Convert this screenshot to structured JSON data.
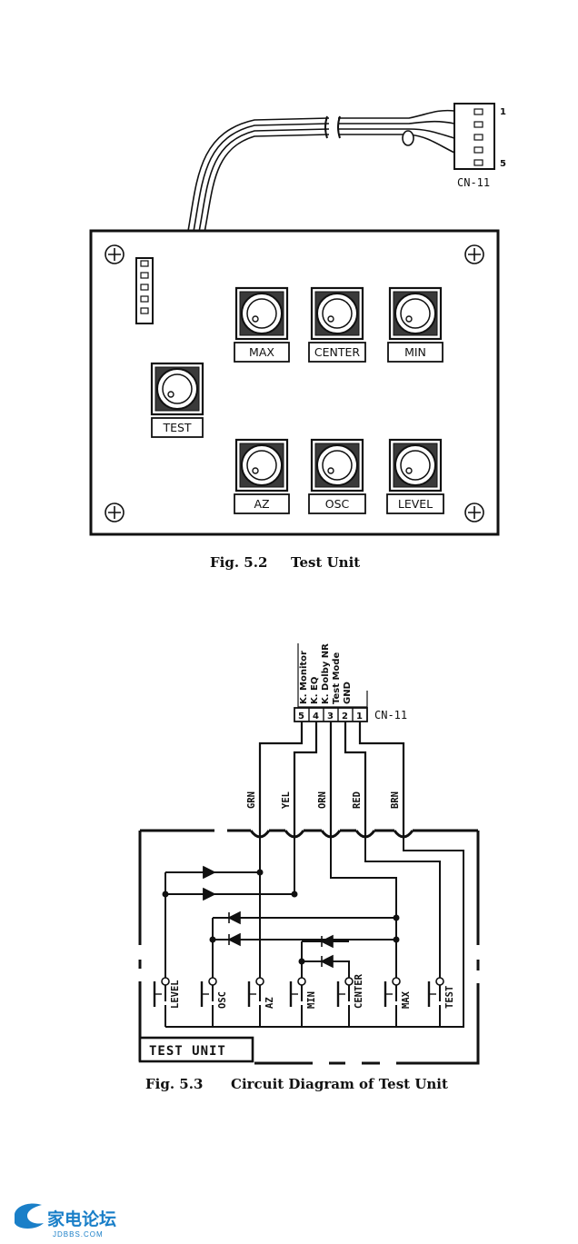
{
  "figure1": {
    "connector_label": "CN-11",
    "pin_first": "1",
    "pin_last": "5",
    "knobs": [
      {
        "label": "MAX"
      },
      {
        "label": "CENTER"
      },
      {
        "label": "MIN"
      },
      {
        "label": "TEST"
      },
      {
        "label": "AZ"
      },
      {
        "label": "OSC"
      },
      {
        "label": "LEVEL"
      }
    ],
    "caption_num": "Fig. 5.2",
    "caption_text": "Test Unit"
  },
  "figure2": {
    "connector_label": "CN-11",
    "pins": [
      "5",
      "4",
      "3",
      "2",
      "1"
    ],
    "pin_functions": [
      "K. Monitor",
      "K. EQ",
      "K. Dolby NR",
      "Test Mode",
      "GND"
    ],
    "wires": [
      "GRN",
      "YEL",
      "ORN",
      "RED",
      "BRN"
    ],
    "switches": [
      "LEVEL",
      "OSC",
      "AZ",
      "MIN",
      "CENTER",
      "MAX",
      "TEST"
    ],
    "box_label": "TEST UNIT",
    "caption_num": "Fig. 5.3",
    "caption_text": "Circuit Diagram of Test Unit"
  },
  "footer": {
    "logo_text": "家电论坛",
    "logo_sub": "JDBBS.COM"
  }
}
